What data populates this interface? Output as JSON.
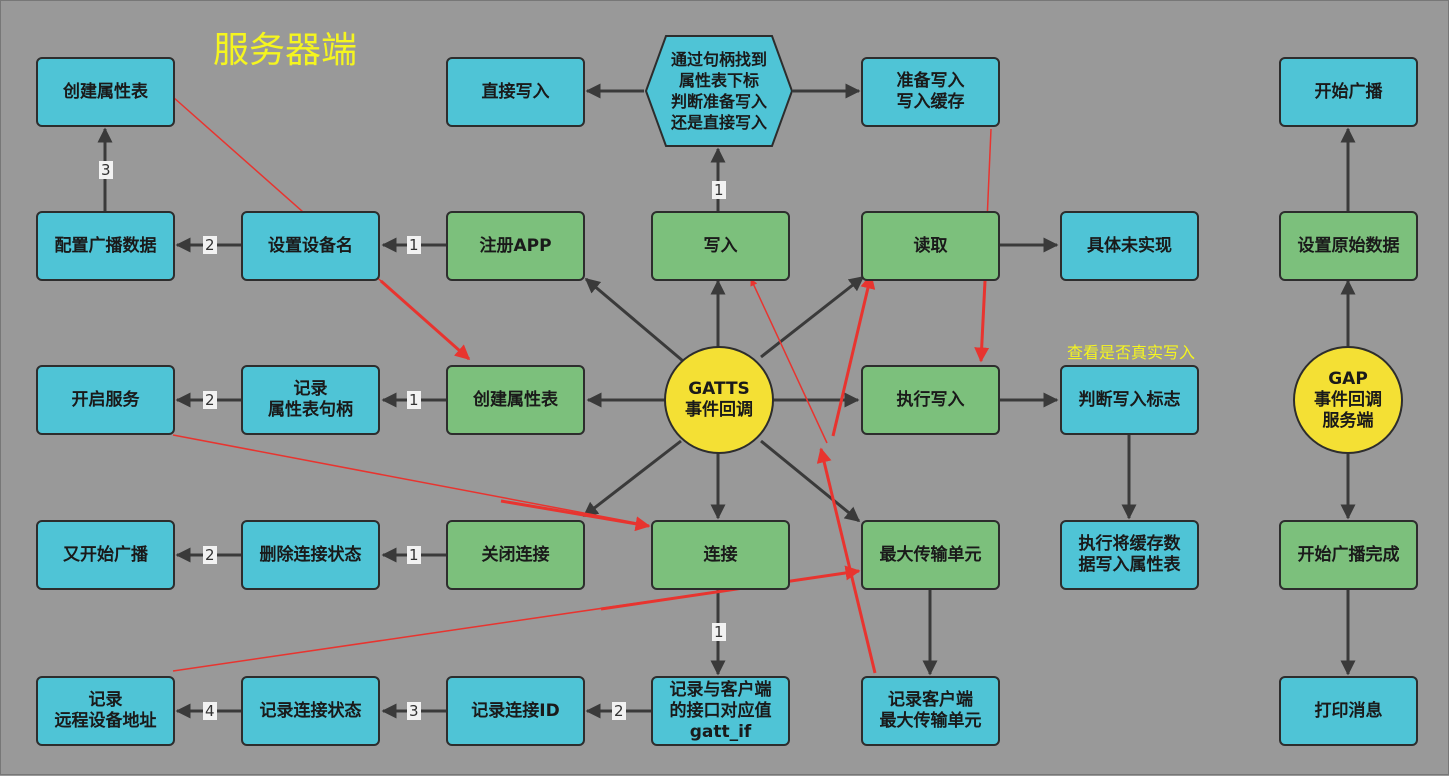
{
  "title": "服务器端",
  "note": "查看是否真实写入",
  "colors": {
    "background": "#999999",
    "blue_box": "#4fc4d6",
    "green_box": "#7cc07c",
    "center_circle": "#f4e034",
    "arrow": "#3a3a3a",
    "red_annotation": "#e8342f",
    "title_text": "#f5f51f"
  },
  "center": {
    "label": "GATTS\n事件回调"
  },
  "gap_center": {
    "label": "GAP\n事件回调\n服务端"
  },
  "hexagon": {
    "label": "通过句柄找到\n属性表下标\n判断准备写入\n还是直接写入"
  },
  "nodes": {
    "create_table_top": "创建属性表",
    "adv_config": "配置广播数据",
    "set_device_name": "设置设备名",
    "register_app": "注册APP",
    "write": "写入",
    "read": "读取",
    "not_implemented": "具体未实现",
    "direct_write": "直接写入",
    "prepare_write": "准备写入\n写入缓存",
    "start_service": "开启服务",
    "record_handle": "记录\n属性表句柄",
    "create_table": "创建属性表",
    "exec_write": "执行写入",
    "judge_write_flag": "判断写入标志",
    "restart_adv": "又开始广播",
    "delete_conn_state": "删除连接状态",
    "close_conn": "关闭连接",
    "connect": "连接",
    "mtu": "最大传输单元",
    "exec_buffer_write": "执行将缓存数\n据写入属性表",
    "record_remote_addr": "记录\n远程设备地址",
    "record_conn_state": "记录连接状态",
    "record_conn_id": "记录连接ID",
    "record_gatt_if": "记录与客户端\n的接口对应值\ngatt_if",
    "record_client_mtu": "记录客户端\n最大传输单元",
    "gap_start_adv": "开始广播",
    "gap_set_raw_data": "设置原始数据",
    "gap_adv_complete": "开始广播完成",
    "gap_print_msg": "打印消息"
  },
  "step_labels": {
    "adv_to_create_table": "3",
    "name_to_adv": "2",
    "register_to_name": "1",
    "write_to_hex": "1",
    "handle_to_service": "2",
    "create_to_handle": "1",
    "delete_to_restart": "2",
    "close_to_delete": "1",
    "connect_to_gatt_if": "1",
    "gatt_if_to_conn_id": "2",
    "conn_id_to_state": "3",
    "state_to_remote": "4"
  }
}
